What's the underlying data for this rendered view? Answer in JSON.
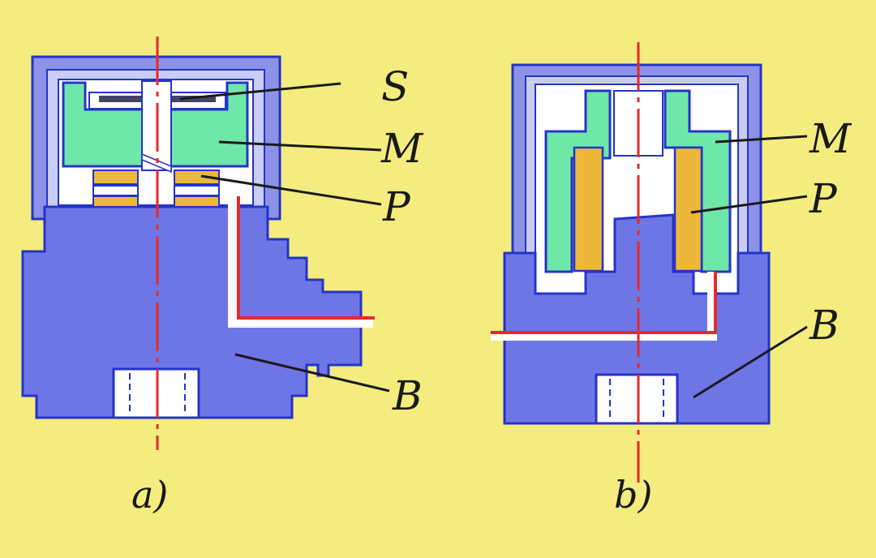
{
  "diagram": {
    "background_color": "#F4EC7E",
    "colors": {
      "housing_outer": "#8C93E6",
      "housing_inner": "#C9CCF4",
      "base": "#6E76E6",
      "outline": "#2434C8",
      "seismic_mass": "#6FE7A8",
      "piezo_element": "#EDB83A",
      "centerline": "#E62A2A",
      "void": "#FFFFFF"
    },
    "figure_a": {
      "caption": "a)",
      "labels": {
        "spring": "S",
        "mass": "M",
        "piezo": "P",
        "base": "B"
      }
    },
    "figure_b": {
      "caption": "b)",
      "labels": {
        "mass": "M",
        "piezo": "P",
        "base": "B"
      }
    }
  }
}
